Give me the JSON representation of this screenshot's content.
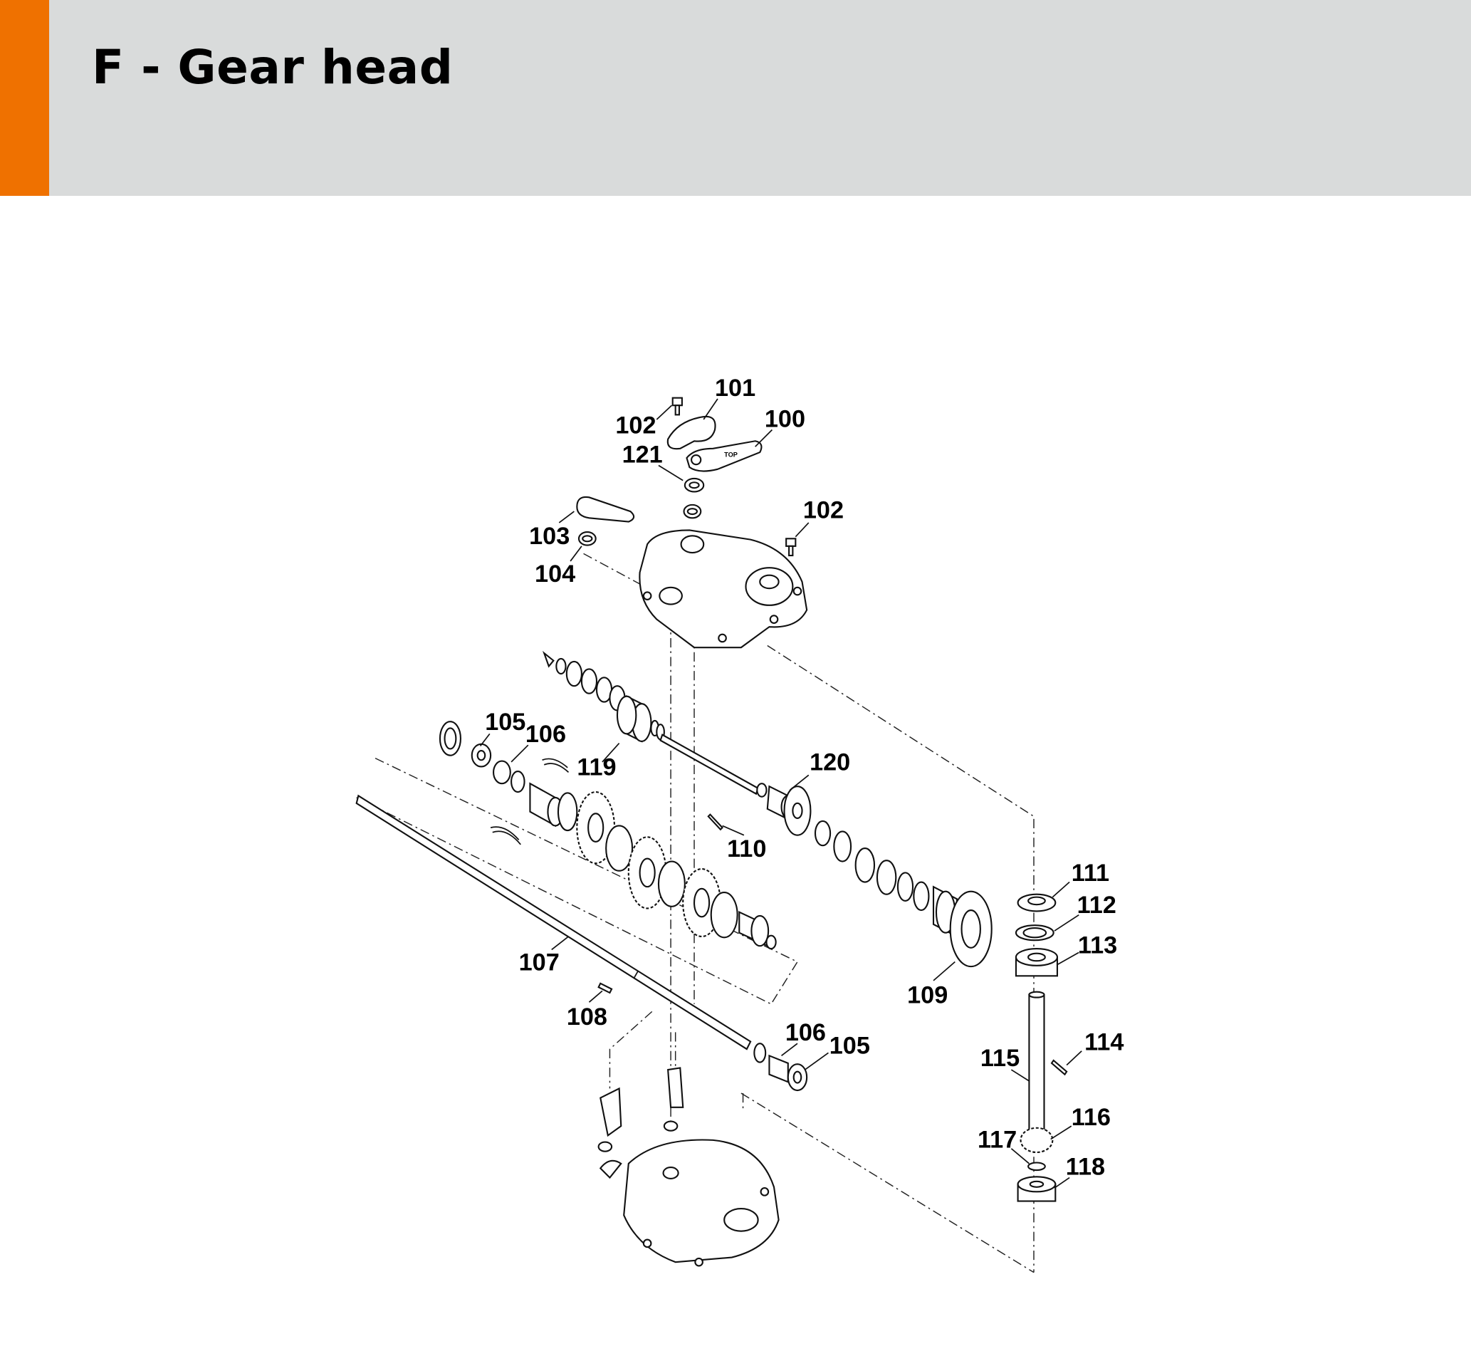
{
  "header": {
    "title": "F - Gear head",
    "accent_color": "#ef7100",
    "band_color": "#d9dbdb"
  },
  "diagram": {
    "callouts": [
      "100",
      "101",
      "102",
      "102",
      "103",
      "104",
      "105",
      "106",
      "107",
      "108",
      "109",
      "110",
      "111",
      "112",
      "113",
      "114",
      "115",
      "116",
      "117",
      "118",
      "119",
      "120",
      "121",
      "106",
      "105"
    ],
    "stamp_text": "TOP"
  }
}
